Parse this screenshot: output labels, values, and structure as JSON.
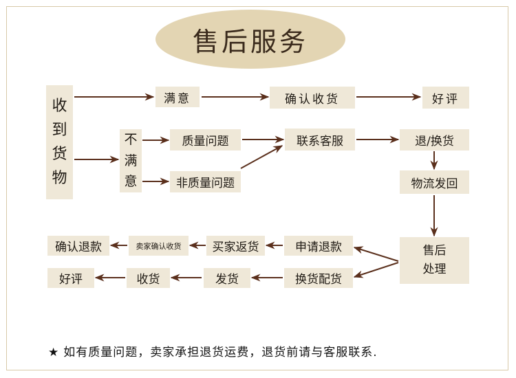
{
  "title": "售后服务",
  "nodes": {
    "receive": [
      "收",
      "到",
      "货",
      "物"
    ],
    "satisfied": "满意",
    "confirm_receipt": "确认收货",
    "good_review_top": "好评",
    "not_satisfied": [
      "不",
      "满",
      "意"
    ],
    "quality_issue": "质量问题",
    "non_quality_issue": "非质量问题",
    "contact_service": "联系客服",
    "return_exchange": "退/换货",
    "logistics_return": "物流发回",
    "after_sale_handle": [
      "售后",
      "处理"
    ],
    "apply_refund": "申请退款",
    "seller_return": "买家返货",
    "seller_confirm": "卖家确认收货",
    "confirm_refund": "确认退款",
    "exchange_ship": "换货配货",
    "ship": "发货",
    "receive_goods": "收货",
    "good_review_bottom": "好评"
  },
  "note": {
    "star": "★",
    "text": "如有质量问题，卖家承担退货运费，退货前请与客服联系."
  },
  "colors": {
    "arrow": "#5a2f1c",
    "box": "#efe8d8",
    "ellipse": "#e3d5b3",
    "border": "#d8c9a8"
  }
}
